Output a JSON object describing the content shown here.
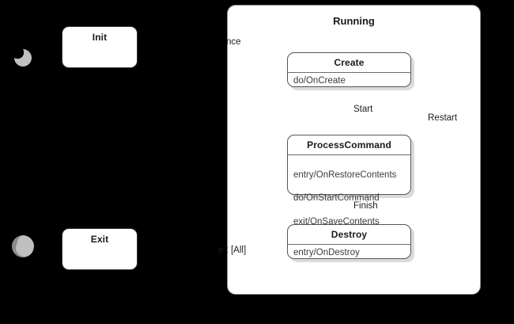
{
  "diagram": {
    "type": "uml-state-machine",
    "background_color": "#000000",
    "surface_color": "#ffffff",
    "line_color": "#6d6d6d",
    "text_color": "#1a1a1a"
  },
  "markers": {
    "initial": {
      "name": "initial-state-marker",
      "fill": "#c0c0c0"
    },
    "final": {
      "name": "final-state-marker",
      "fill": "#c0c0c0"
    }
  },
  "outer_states": [
    {
      "id": "init",
      "label": "Init"
    },
    {
      "id": "exit",
      "label": "Exit"
    }
  ],
  "composite": {
    "label": "Running",
    "substates": [
      {
        "id": "create",
        "label": "Create",
        "activities": [
          "do/OnCreate"
        ]
      },
      {
        "id": "process-command",
        "label": "ProcessCommand",
        "activities": [
          "entry/OnRestoreContents",
          "do/OnStartCommand",
          "exit/OnSaveContents"
        ]
      },
      {
        "id": "destroy",
        "label": "Destroy",
        "activities": [
          "entry/OnDestroy"
        ]
      }
    ]
  },
  "transitions": [
    {
      "id": "t-into-create",
      "label": "nce",
      "from": "init",
      "to": "create",
      "truncated": true
    },
    {
      "id": "t-create-process",
      "label": "Start",
      "from": "create",
      "to": "process-command"
    },
    {
      "id": "t-process-restart",
      "label": "Restart",
      "from": "process-command",
      "to": "process-command"
    },
    {
      "id": "t-process-destroy",
      "label": "Finish",
      "from": "process-command",
      "to": "destroy"
    },
    {
      "id": "t-into-destroy",
      "label": "e :  [All]",
      "from": "exit",
      "to": "destroy",
      "truncated": true
    }
  ]
}
